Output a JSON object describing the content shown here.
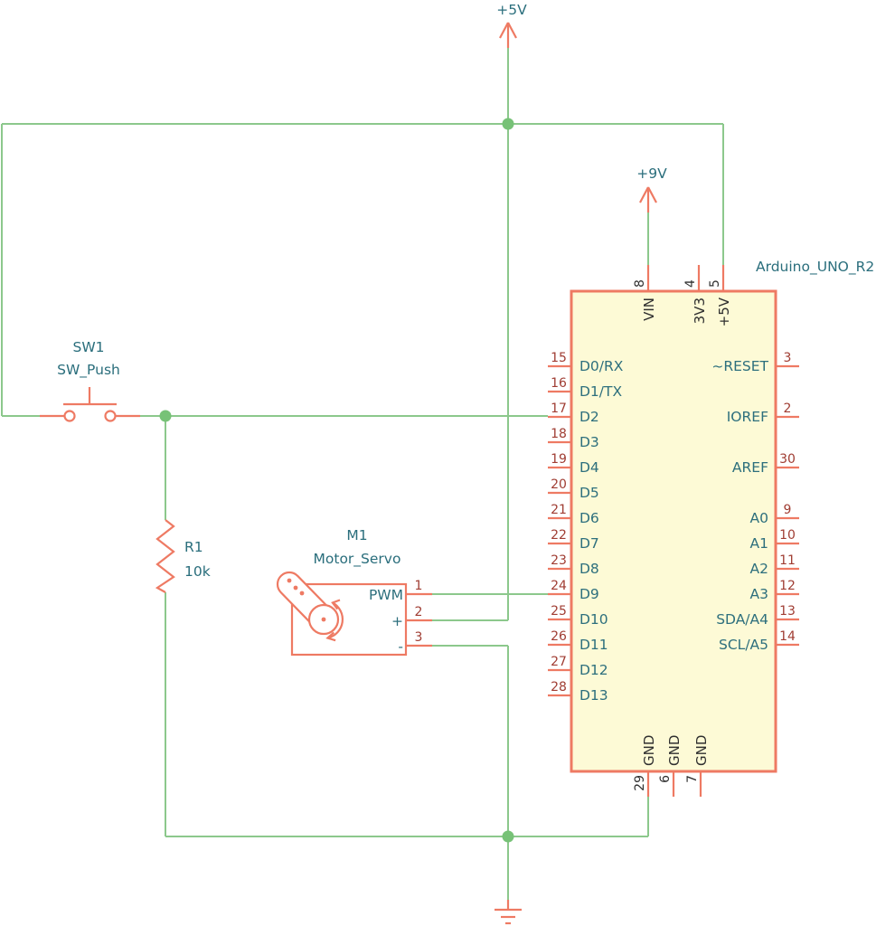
{
  "colors": {
    "wire": "#8cc88c",
    "junction": "#77c277",
    "symbol_outline": "#ee7a63",
    "symbol_fill": "#fdfad6",
    "pin_number_red": "#a03d33",
    "pin_name_teal": "#2d6f7d",
    "label_teal": "#2a6e7c",
    "rotated_text_dark": "#2f2f2f",
    "background": "#ffffff"
  },
  "power": {
    "p5v": "+5V",
    "p9v": "+9V"
  },
  "switch": {
    "reference": "SW1",
    "value": "SW_Push"
  },
  "resistor": {
    "reference": "R1",
    "value": "10k"
  },
  "servo": {
    "reference": "M1",
    "value": "Motor_Servo",
    "pins": [
      {
        "number": "1",
        "name": "PWM"
      },
      {
        "number": "2",
        "name": "+"
      },
      {
        "number": "3",
        "name": "-"
      }
    ]
  },
  "arduino": {
    "reference": "Arduino_UNO_R2",
    "top_pins": [
      {
        "number": "8",
        "name": "VIN"
      },
      {
        "number": "4",
        "name": "3V3"
      },
      {
        "number": "5",
        "name": "+5V"
      }
    ],
    "left_pins": [
      {
        "number": "15",
        "name": "D0/RX"
      },
      {
        "number": "16",
        "name": "D1/TX"
      },
      {
        "number": "17",
        "name": "D2"
      },
      {
        "number": "18",
        "name": "D3"
      },
      {
        "number": "19",
        "name": "D4"
      },
      {
        "number": "20",
        "name": "D5"
      },
      {
        "number": "21",
        "name": "D6"
      },
      {
        "number": "22",
        "name": "D7"
      },
      {
        "number": "23",
        "name": "D8"
      },
      {
        "number": "24",
        "name": "D9"
      },
      {
        "number": "25",
        "name": "D10"
      },
      {
        "number": "26",
        "name": "D11"
      },
      {
        "number": "27",
        "name": "D12"
      },
      {
        "number": "28",
        "name": "D13"
      }
    ],
    "right_pins": [
      {
        "number": "3",
        "name": "~RESET"
      },
      {
        "number": "2",
        "name": "IOREF"
      },
      {
        "number": "30",
        "name": "AREF"
      },
      {
        "number": "9",
        "name": "A0"
      },
      {
        "number": "10",
        "name": "A1"
      },
      {
        "number": "11",
        "name": "A2"
      },
      {
        "number": "12",
        "name": "A3"
      },
      {
        "number": "13",
        "name": "SDA/A4"
      },
      {
        "number": "14",
        "name": "SCL/A5"
      }
    ],
    "bottom_pins": [
      {
        "number": "29",
        "name": "GND"
      },
      {
        "number": "6",
        "name": "GND"
      },
      {
        "number": "7",
        "name": "GND"
      }
    ]
  }
}
